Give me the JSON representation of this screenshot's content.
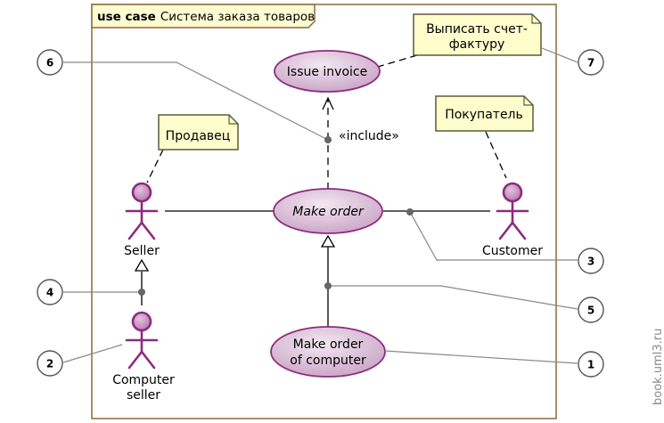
{
  "frame": {
    "keyword": "use case",
    "name": "Система заказа товаров"
  },
  "use_cases": {
    "issue_invoice": "Issue invoice",
    "make_order": "Make order",
    "make_order_computer_line1": "Make order",
    "make_order_computer_line2": "of computer"
  },
  "actors": {
    "seller": "Seller",
    "customer": "Customer",
    "computer_seller_line1": "Computer",
    "computer_seller_line2": "seller"
  },
  "notes": {
    "seller_note": "Продавец",
    "customer_note": "Покупатель",
    "invoice_note_line1": "Выписать счет-",
    "invoice_note_line2": "фактуру"
  },
  "relations": {
    "include_label": "«include»"
  },
  "callouts": [
    "1",
    "2",
    "3",
    "4",
    "5",
    "6",
    "7"
  ],
  "watermark": "book.uml3.ru",
  "colors": {
    "frame_border": "#8b6a3a",
    "frame_tab_fill": "#fffcd2",
    "note_fill": "#fefecc",
    "note_border": "#5a5a3c",
    "usecase_fill": "#d8bcd6",
    "usecase_border": "#8e2b7e",
    "actor_fill": "#c68fc0",
    "actor_stroke": "#8e2b7e",
    "callout_fill": "#ffffff",
    "callout_border": "#555555"
  }
}
